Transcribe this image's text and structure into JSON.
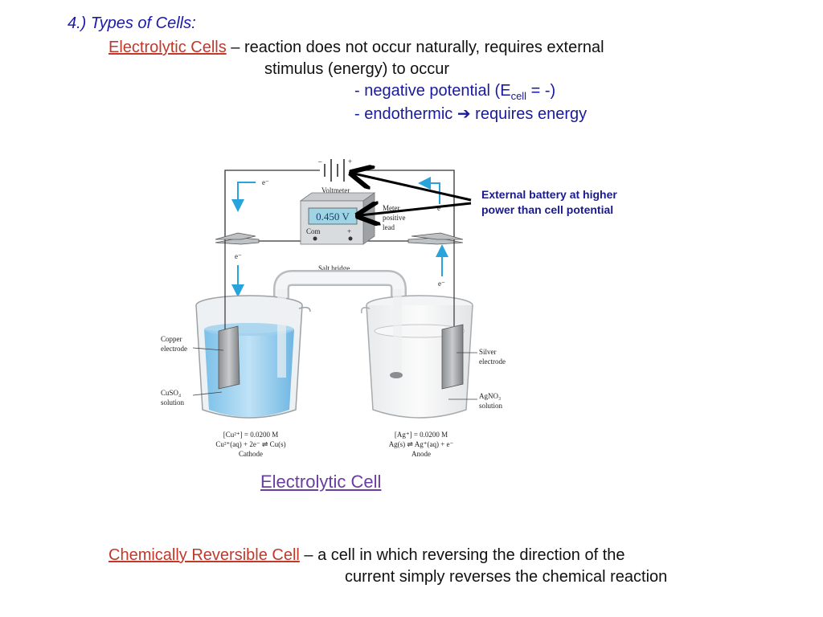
{
  "heading": "4.)  Types of Cells:",
  "electrolytic": {
    "term": "Electrolytic Cells",
    "desc_1": " – reaction does not occur naturally, requires external",
    "desc_2": "stimulus (energy) to occur",
    "bullet_1_pre": "- negative potential (E",
    "bullet_1_sub": "cell",
    "bullet_1_post": " = -)",
    "bullet_2_pre": "- endothermic ",
    "bullet_2_arrow": "➔",
    "bullet_2_post": " requires energy"
  },
  "callout": {
    "line_1": "External battery at higher",
    "line_2": "power than cell potential"
  },
  "diagram": {
    "voltmeter_label": "Voltmeter",
    "meter_reading": "0.450 V",
    "meter_lead_1": "Meter",
    "meter_lead_2": "positive",
    "meter_lead_3": "lead",
    "com_label": "Com",
    "plus_label": "+",
    "battery_minus": "–",
    "battery_plus": "+",
    "electron": "e⁻",
    "salt_bridge": "Salt bridge",
    "copper_1": "Copper",
    "copper_2": "electrode",
    "cuso4_1": "CuSO₄",
    "cuso4_2": "solution",
    "silver_1": "Silver",
    "silver_2": "electrode",
    "agno3_1": "AgNO₃",
    "agno3_2": "solution",
    "cathode_conc": "[Cu²⁺] = 0.0200 M",
    "cathode_rxn": "Cu²⁺(aq) + 2e⁻ ⇌ Cu(s)",
    "cathode_label": "Cathode",
    "anode_conc": "[Ag⁺] = 0.0200 M",
    "anode_rxn": "Ag(s) ⇌ Ag⁺(aq) + e⁻",
    "anode_label": "Anode"
  },
  "caption": "Electrolytic Cell",
  "reversible": {
    "term": "Chemically Reversible Cell",
    "desc_1": " – a cell in which reversing the direction of the",
    "desc_2": "current simply reverses the chemical reaction"
  }
}
